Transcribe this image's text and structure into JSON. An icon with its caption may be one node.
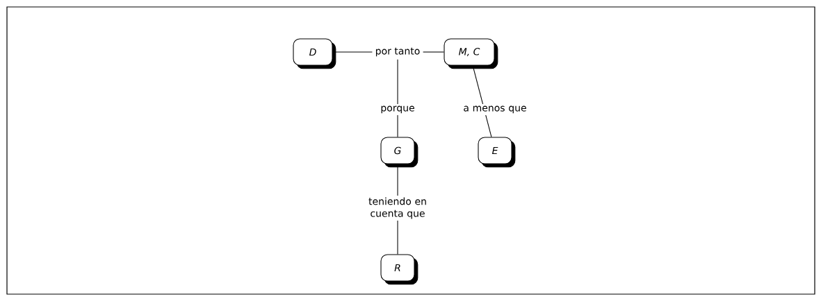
{
  "diagram": {
    "nodes": [
      {
        "text": [
          "*D*"
        ]
      },
      {
        "text": [
          "por tanto"
        ]
      },
      {
        "text": [
          "*M, C*"
        ]
      },
      {
        "text": [
          "*G*"
        ]
      },
      {
        "text": [
          "*E*"
        ]
      },
      {
        "text": [
          "*R*"
        ]
      }
    ],
    "edges": [
      {
        "from": 0,
        "to": 1,
        "arrow": "none"
      },
      {
        "from": 1,
        "to": 2,
        "arrow": "none"
      },
      {
        "from": 1,
        "to": 3,
        "label": "porque",
        "arrow": "none"
      },
      {
        "from": 2,
        "to": 4,
        "label": "a menos que",
        "arrow": "none"
      },
      {
        "from": 3,
        "to": 5,
        "label": "teniendo en cuenta que",
        "arrow": "none"
      }
    ]
  }
}
